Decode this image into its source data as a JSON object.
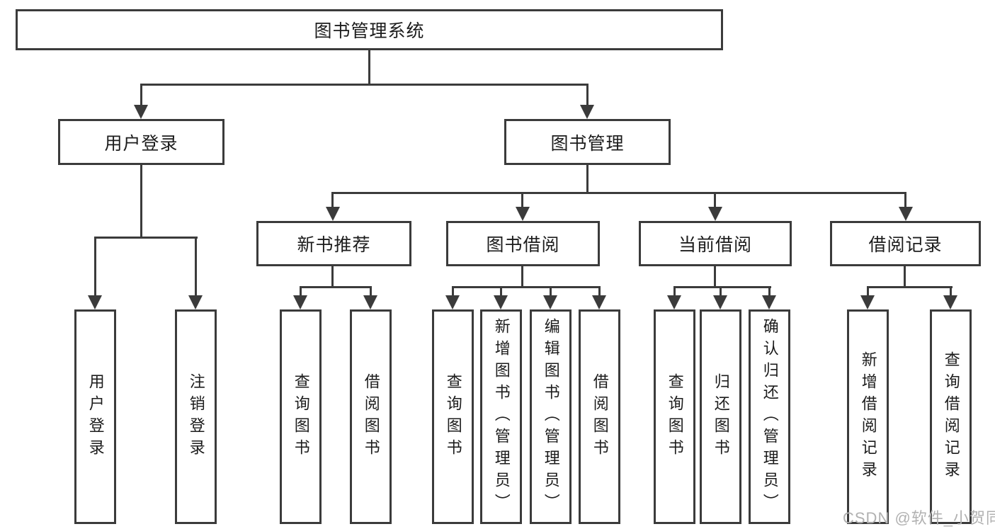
{
  "theme": {
    "page_background": "#ffffff",
    "box_background": "#ffffff",
    "line_color": "#3b3b3b",
    "text_color": "#1c1c1c",
    "watermark_color": "#b1b1b1"
  },
  "watermark": {
    "text": "CSDN @软件_小贺同学"
  },
  "diagram": {
    "type": "tree",
    "root": {
      "label": "图书管理系统"
    },
    "branches": [
      {
        "label": "用户登录",
        "children": [
          {
            "label": "用户登录"
          },
          {
            "label": "注销登录"
          }
        ]
      },
      {
        "label": "图书管理",
        "children": [
          {
            "label": "新书推荐",
            "children": [
              {
                "label": "查询图书"
              },
              {
                "label": "借阅图书"
              }
            ]
          },
          {
            "label": "图书借阅",
            "children": [
              {
                "label": "查询图书"
              },
              {
                "label": "新增图书（管理员）"
              },
              {
                "label": "编辑图书（管理员）"
              },
              {
                "label": "借阅图书"
              }
            ]
          },
          {
            "label": "当前借阅",
            "children": [
              {
                "label": "查询图书"
              },
              {
                "label": "归还图书"
              },
              {
                "label": "确认归还（管理员）"
              }
            ]
          },
          {
            "label": "借阅记录",
            "children": [
              {
                "label": "新增借阅记录"
              },
              {
                "label": "查询借阅记录"
              }
            ]
          }
        ]
      }
    ]
  }
}
